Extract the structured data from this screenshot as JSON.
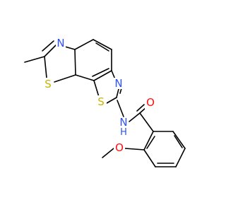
{
  "molecule": {
    "atoms": {
      "n_thiazole_left": "N",
      "s_thiazole_left": "S",
      "n_thiazole_right": "N",
      "s_thiazole_right": "S",
      "n_amide": "N",
      "h_amide": "H",
      "o_carbonyl": "O",
      "o_methoxy": "O"
    },
    "colors": {
      "bond": "#000000",
      "nitrogen": "#3050f8",
      "sulfur": "#c8b400",
      "oxygen": "#ff0d0d",
      "background": "#ffffff"
    }
  }
}
